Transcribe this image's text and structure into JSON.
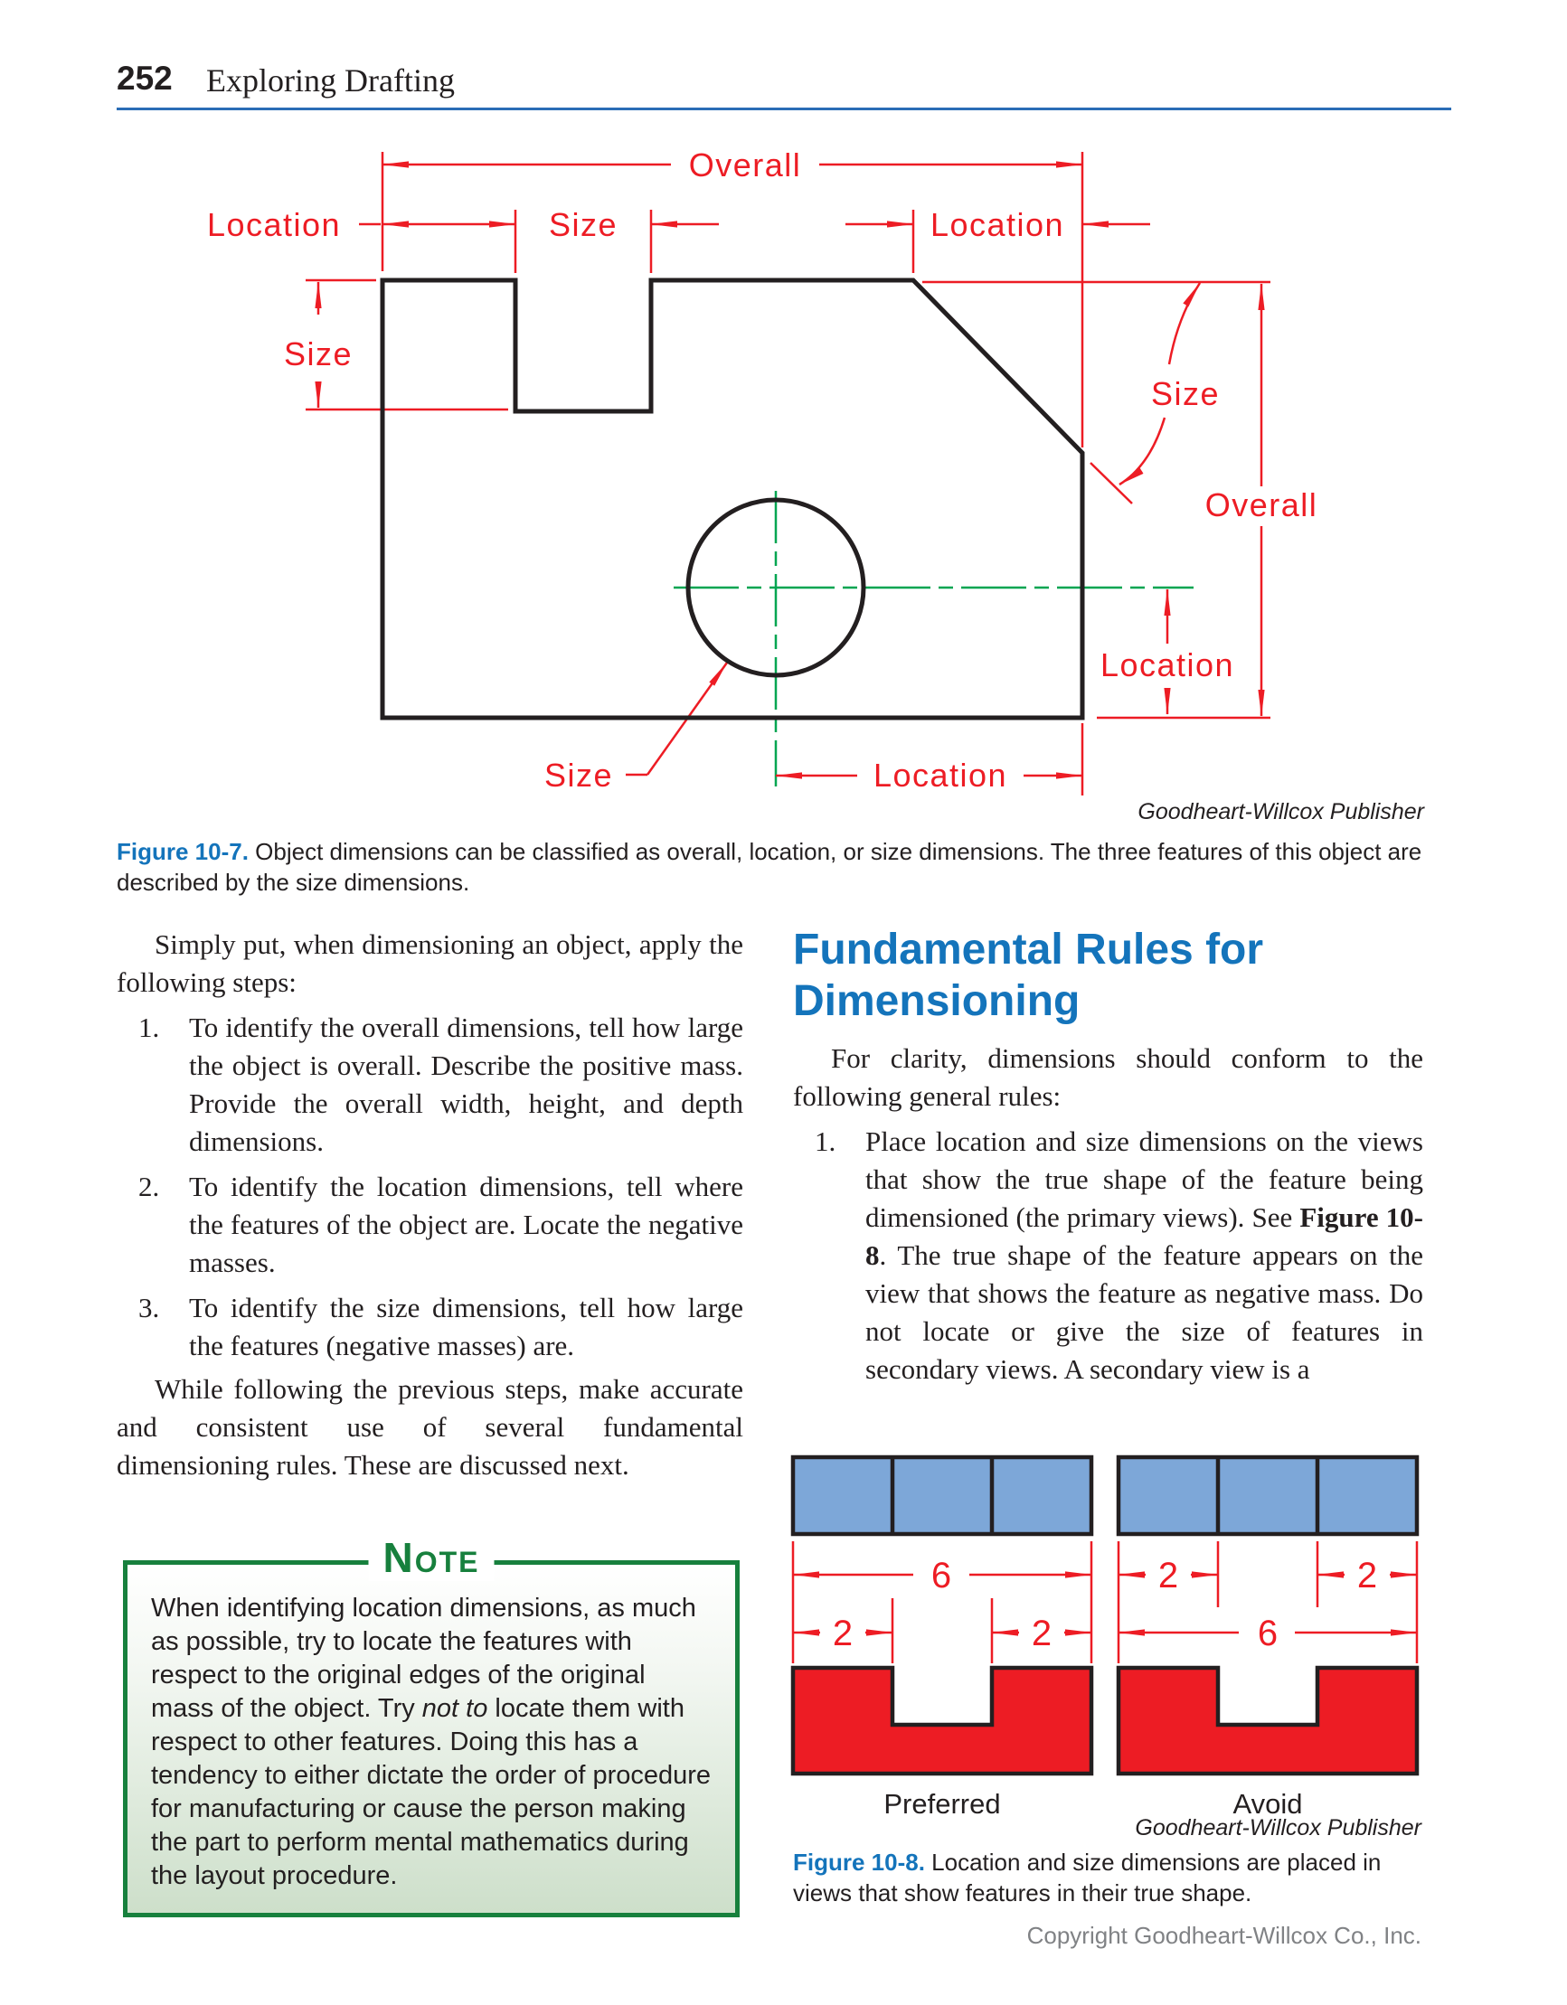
{
  "page": {
    "number": "252",
    "book_title": "Exploring Drafting"
  },
  "colors": {
    "dimension_red": "#ed1c24",
    "centerline_green": "#00a551",
    "heading_blue": "#1474bb",
    "note_green": "#17803d",
    "view_blue_fill": "#7da7d8",
    "view_red_fill": "#ed1c24",
    "ink": "#231f20",
    "footer_gray": "#808285"
  },
  "figure_10_7": {
    "labels": {
      "overall": "Overall",
      "location": "Location",
      "size": "Size"
    },
    "credit": "Goodheart-Willcox Publisher",
    "caption_label": "Figure 10-7.",
    "caption_text": "Object dimensions can be classified as overall, location, or size dimensions. The three features of this object are described by the size dimensions."
  },
  "left_column": {
    "intro": "Simply put, when dimensioning an object, apply the following steps:",
    "steps": [
      {
        "num": "1.",
        "text": "To identify the overall dimensions, tell how large the object is overall. Describe the positive mass. Provide the overall width, height, and depth dimensions."
      },
      {
        "num": "2.",
        "text": "To identify the location dimensions, tell where the features of the object are. Locate the negative masses."
      },
      {
        "num": "3.",
        "text": "To identify the size dimensions, tell how large the features (negative masses) are."
      }
    ],
    "outro": "While following the previous steps, make accurate and consistent use of several fundamental dimensioning rules. These are discussed next."
  },
  "note": {
    "title": "Note",
    "text_before": "When identifying location dimensions, as much as possible, try to locate the features with respect to the original edges of the original mass of the object. Try ",
    "italic_text": "not to",
    "text_after": " locate them with respect to other features. Doing this has a tendency to either dictate the order of procedure for manufacturing or cause the person making the part to perform mental mathematics during the layout procedure."
  },
  "right_column": {
    "heading": "Fundamental Rules for Dimensioning",
    "intro": "For clarity, dimensions should conform to the following general rules:",
    "step_num": "1.",
    "step_text_before": "Place location and size dimensions on the views that show the true shape of the feature being dimensioned (the primary views). See ",
    "step_text_bold": "Figure 10-8",
    "step_text_after": ". The true shape of the feature appears on the view that shows the feature as negative mass. Do not locate or give the size of features in secondary views. A secondary view is a"
  },
  "figure_10_8": {
    "preferred": {
      "label": "Preferred",
      "total_dim": "6",
      "left_dim": "2",
      "right_dim": "2"
    },
    "avoid": {
      "label": "Avoid",
      "total_dim": "6",
      "left_dim": "2",
      "right_dim": "2"
    },
    "credit": "Goodheart-Willcox Publisher",
    "caption_label": "Figure 10-8.",
    "caption_text": "Location and size dimensions are placed in views that show features in their true shape."
  },
  "footer": {
    "copyright": "Copyright Goodheart-Willcox Co., Inc."
  }
}
